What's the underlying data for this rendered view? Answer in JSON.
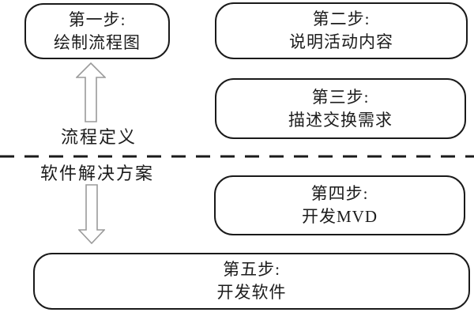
{
  "diagram": {
    "title": "process-definition-to-software-solution-steps",
    "boxes": [
      {
        "id": "step1",
        "line1": "第一步:",
        "line2": "绘制流程图"
      },
      {
        "id": "step2",
        "line1": "第二步:",
        "line2": "说明活动内容"
      },
      {
        "id": "step3",
        "line1": "第三步:",
        "line2": "描述交换需求"
      },
      {
        "id": "step4",
        "line1": "第四步:",
        "line2": "开发MVD"
      },
      {
        "id": "step5",
        "line1": "第五步:",
        "line2": "开发软件"
      }
    ],
    "labels": {
      "upper_zone": "流程定义",
      "lower_zone": "软件解决方案"
    },
    "colors": {
      "stroke": "#1a1a1a",
      "arrow": "#9a9a9a",
      "background": "#ffffff"
    }
  }
}
